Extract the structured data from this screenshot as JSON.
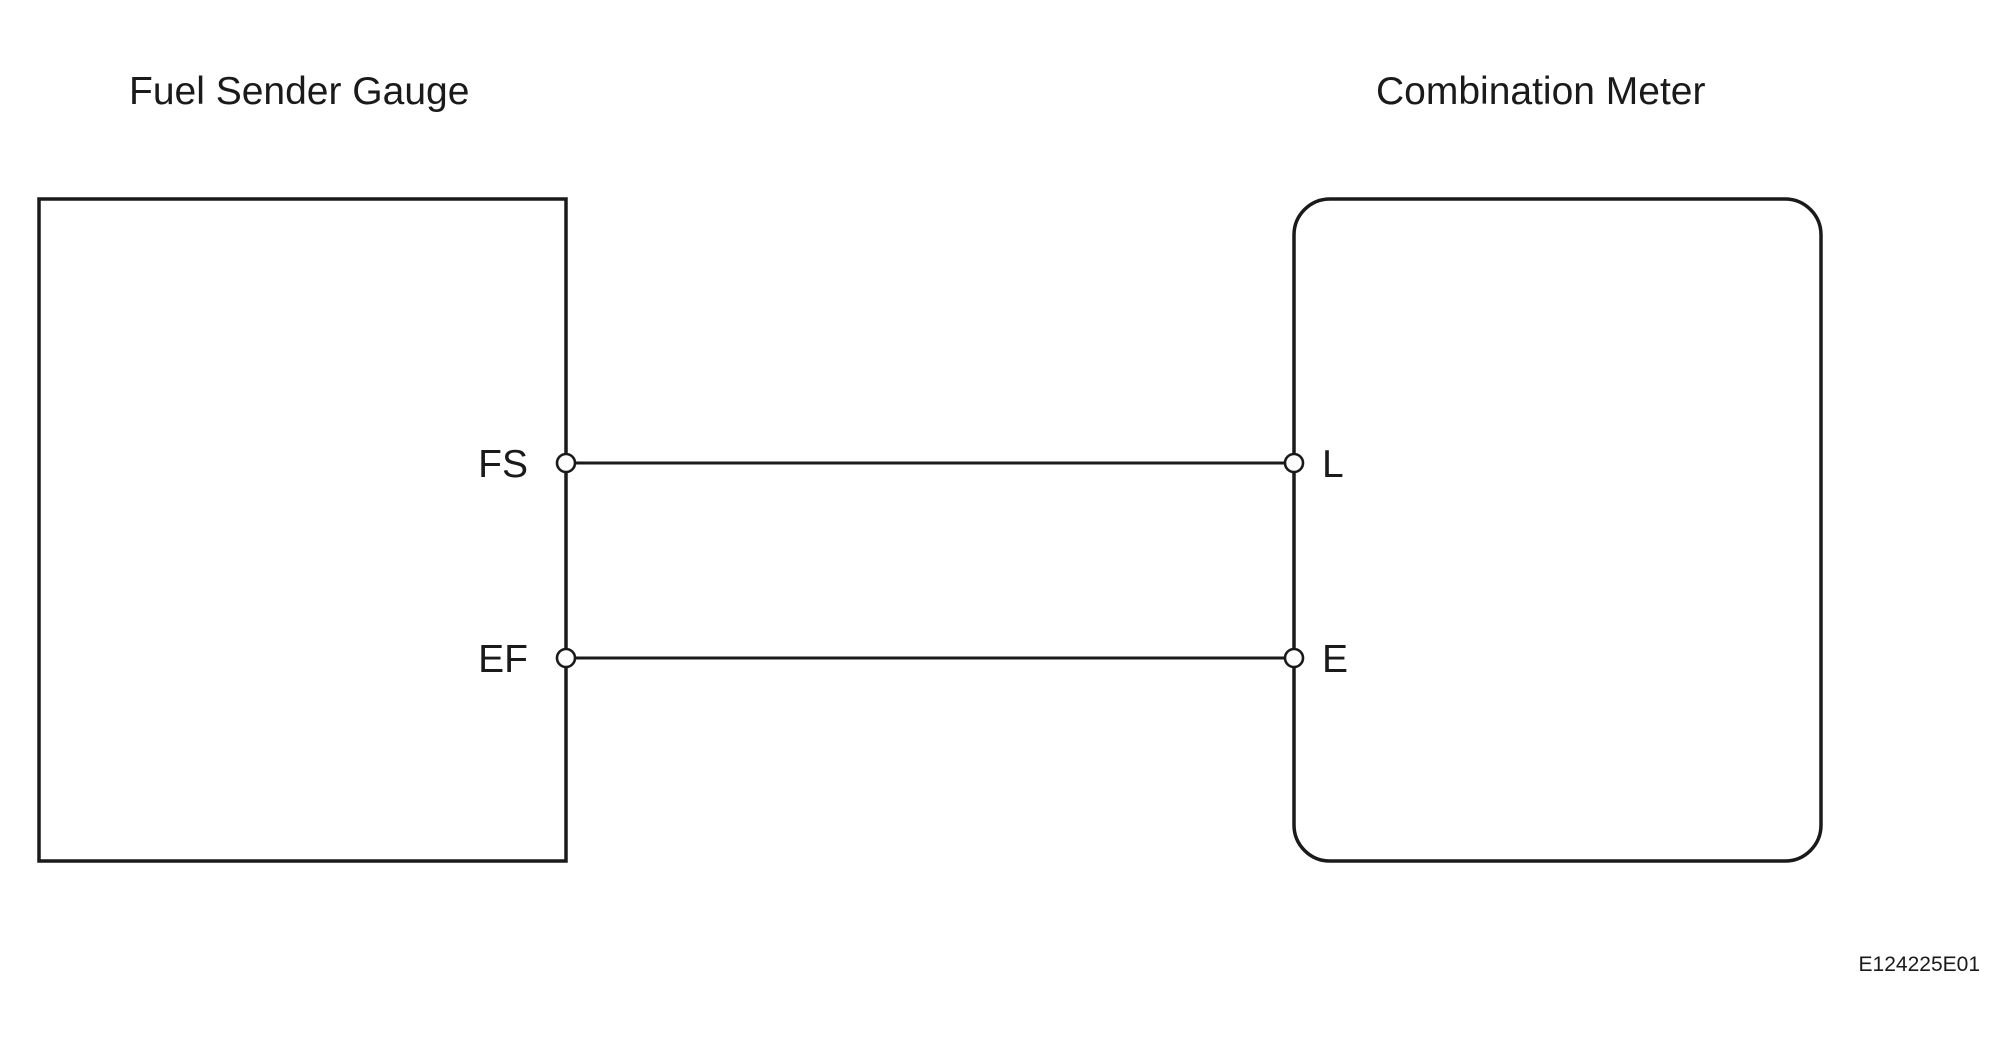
{
  "components": {
    "fuel_sender": {
      "title": "Fuel Sender Gauge",
      "pins": [
        "FS",
        "EF"
      ]
    },
    "combination_meter": {
      "title": "Combination Meter",
      "pins": [
        "L",
        "E"
      ]
    }
  },
  "connections": [
    {
      "from": "FS",
      "to": "L"
    },
    {
      "from": "EF",
      "to": "E"
    }
  ],
  "reference_code": "E124225E01"
}
